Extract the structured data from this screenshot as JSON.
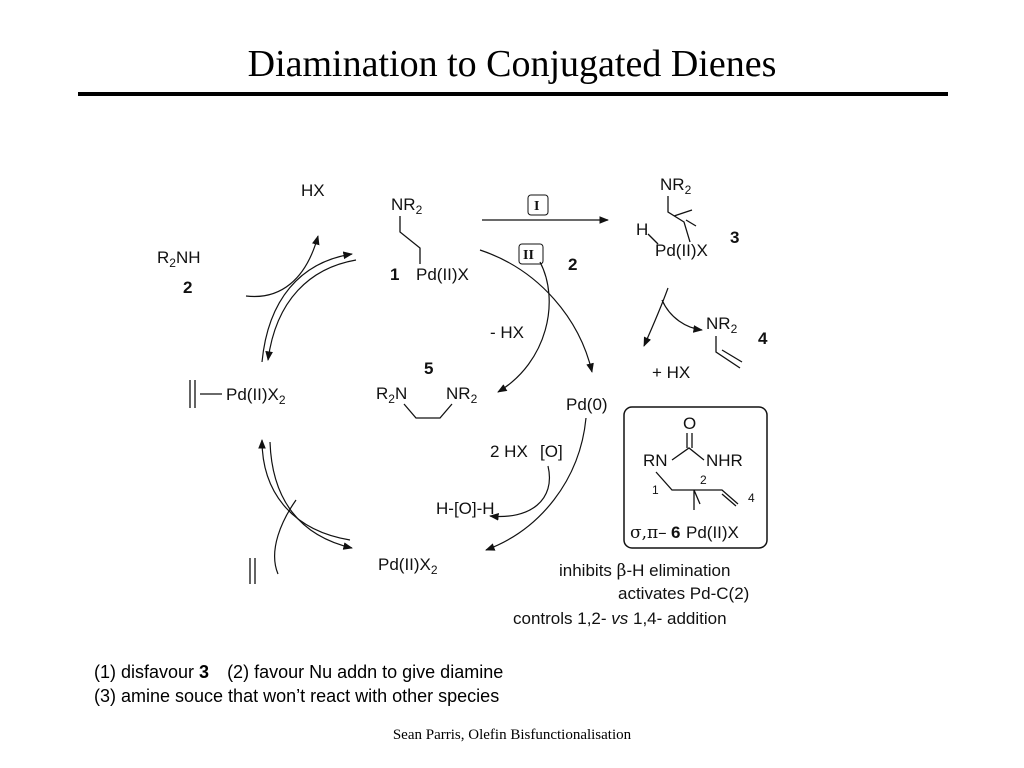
{
  "title": "Diamination to Conjugated Dienes",
  "scheme": {
    "hx_top": "HX",
    "amine_r2nh": "R",
    "amine_r2nh_tail": "NH",
    "amine_num": "2",
    "cmpd1_nr": "NR",
    "cmpd1_num": "1",
    "cmpd1_pd": "Pd(II)X",
    "path1_label": "I",
    "path2_label": "II",
    "path2_num": "2",
    "cmpd3_nr": "NR",
    "cmpd3_h": "H",
    "cmpd3_pd": "Pd(II)X",
    "cmpd3_num": "3",
    "minus_hx": "- HX",
    "cmpd4_nr": "NR",
    "cmpd4_num": "4",
    "plus_hx": "+ HX",
    "cmpd5_num": "5",
    "cmpd5_left": "R",
    "cmpd5_left_tail": "N",
    "cmpd5_right": "NR",
    "left_complex": "Pd(II)X",
    "pd0": "Pd(0)",
    "two_hx": "2 HX",
    "oxidant": "[O]",
    "h_o_h": "H-[O]-H",
    "pd_ii_x2": "Pd(II)X",
    "sub2": "2",
    "box_o": "O",
    "box_rn": "RN",
    "box_nhr": "NHR",
    "box_c1": "1",
    "box_c2": "2",
    "box_c4": "4",
    "box_sigma": "σ,π–",
    "box_num": "6",
    "box_pd": "Pd(II)X",
    "effect1_pre": "inhibits ",
    "effect1_beta": "β",
    "effect1_post": "-H elimination",
    "effect2": "activates Pd-C(2)",
    "effect3_pre": "controls 1,2- ",
    "effect3_vs": "vs",
    "effect3_post": " 1,4- addition"
  },
  "notes": {
    "line1_a": "(1) disfavour ",
    "line1_b": "3",
    "line1_c": "(2) favour Nu addn to give diamine",
    "line2": "(3) amine souce that won’t react with other species"
  },
  "footer": "Sean Parris, Olefin Bisfunctionalisation"
}
